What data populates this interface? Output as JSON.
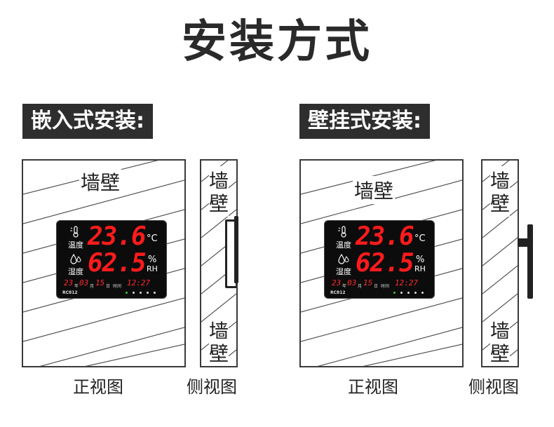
{
  "title": "安装方式",
  "sections": [
    {
      "label": "嵌入式安装:",
      "front": {
        "wall_text": "墙壁",
        "caption": "正视图",
        "display": {
          "temp_label": "温度",
          "temp_value": "23.6",
          "temp_unit": "°C",
          "hum_label": "湿度",
          "hum_value": "62.5",
          "hum_unit": "%",
          "hum_unit2": "RH",
          "date_year": "23",
          "date_year_unit": "年",
          "date_month": "03",
          "date_month_unit": "月",
          "date_day": "15",
          "date_day_unit": "日",
          "time_label": "时间",
          "time": "12:27",
          "model": "RC812"
        }
      },
      "side": {
        "wall_top": [
          "墙",
          "壁"
        ],
        "wall_bottom": [
          "墙",
          "壁"
        ],
        "caption": "侧视图"
      }
    },
    {
      "label": "壁挂式安装:",
      "front": {
        "wall_text": "墙壁",
        "caption": "正视图",
        "display": {
          "temp_label": "温度",
          "temp_value": "23.6",
          "temp_unit": "°C",
          "hum_label": "湿度",
          "hum_value": "62.5",
          "hum_unit": "%",
          "hum_unit2": "RH",
          "date_year": "23",
          "date_year_unit": "年",
          "date_month": "03",
          "date_month_unit": "月",
          "date_day": "15",
          "date_day_unit": "日",
          "time_label": "时间",
          "time": "12:27",
          "model": "RC812"
        }
      },
      "side": {
        "wall_top": [
          "墙",
          "壁"
        ],
        "wall_bottom": [
          "墙",
          "壁"
        ],
        "caption": "侧视图"
      }
    }
  ],
  "colors": {
    "digit_red": "#ff1b1b",
    "label_bg": "#2e2e2e",
    "device_bg": "#0c0c0c",
    "hatch_line": "#555555"
  },
  "icons": [
    "thermometer-sun-icon",
    "water-drops-icon"
  ]
}
